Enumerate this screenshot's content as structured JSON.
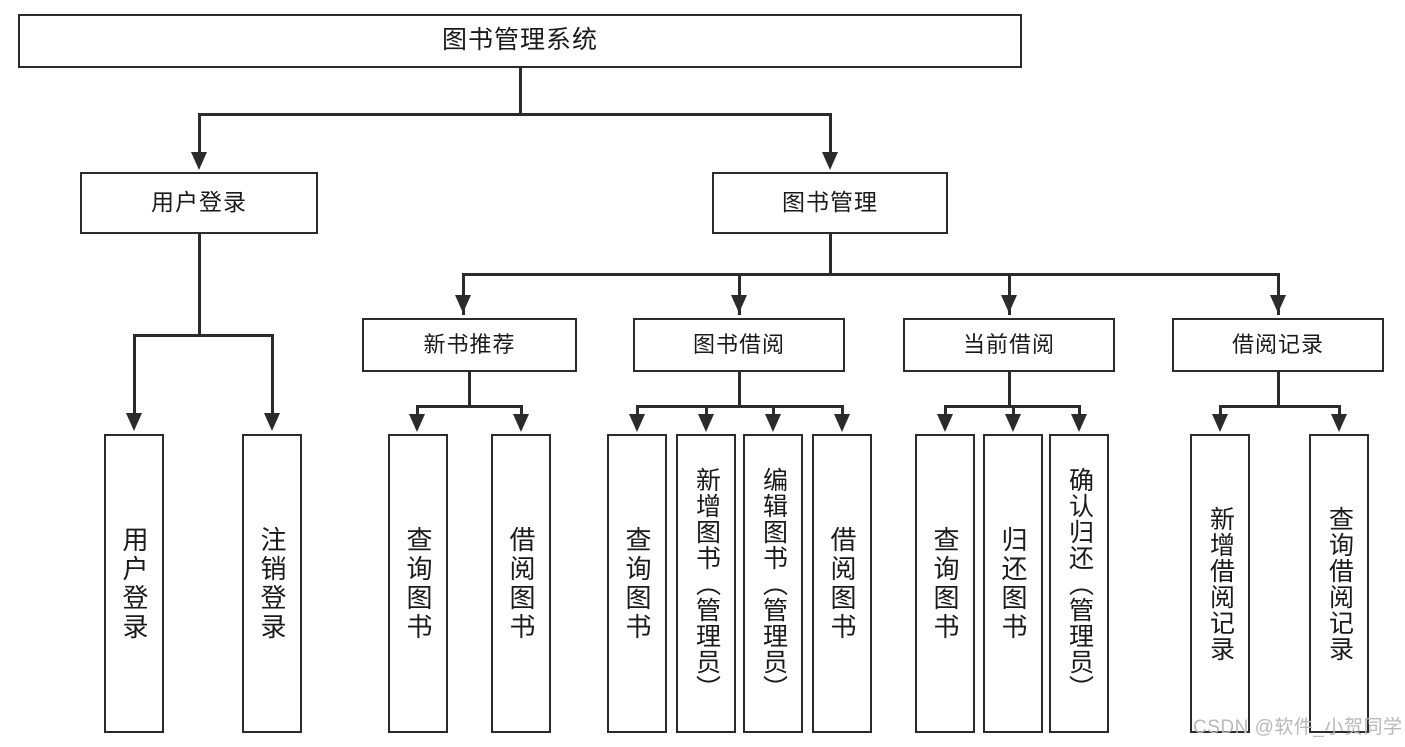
{
  "diagram": {
    "type": "tree-hierarchy-chart",
    "title": "图书管理系统",
    "background_color": "#ffffff",
    "line_color": "#2b2b2b",
    "text_color": "#1a1a1a"
  },
  "root": {
    "label": "图书管理系统"
  },
  "level2": [
    {
      "label": "用户登录"
    },
    {
      "label": "图书管理"
    }
  ],
  "level3": [
    {
      "label": "新书推荐"
    },
    {
      "label": "图书借阅"
    },
    {
      "label": "当前借阅"
    },
    {
      "label": "借阅记录"
    }
  ],
  "leaves": {
    "user_login": [
      {
        "label": "用户登录"
      },
      {
        "label": "注销登录"
      }
    ],
    "new_book_recommend": [
      {
        "label": "查询图书"
      },
      {
        "label": "借阅图书"
      }
    ],
    "book_borrow": [
      {
        "label": "查询图书"
      },
      {
        "label": "新增图书（管理员）"
      },
      {
        "label": "编辑图书（管理员）"
      },
      {
        "label": "借阅图书"
      }
    ],
    "current_borrow": [
      {
        "label": "查询图书"
      },
      {
        "label": "归还图书"
      },
      {
        "label": "确认归还（管理员）"
      }
    ],
    "borrow_record": [
      {
        "label": "新增借阅记录"
      },
      {
        "label": "查询借阅记录"
      }
    ]
  },
  "watermark": {
    "text": "CSDN @软件_小贺同学"
  }
}
